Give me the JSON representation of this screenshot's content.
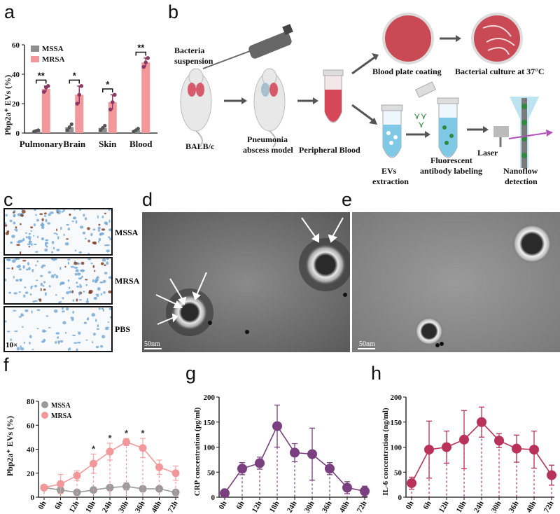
{
  "panels": {
    "a": "a",
    "b": "b",
    "c": "c",
    "d": "d",
    "e": "e",
    "f": "f",
    "g": "g",
    "h": "h"
  },
  "colors": {
    "mssa": "#8f8f8f",
    "mrsa": "#f2989a",
    "mrsa_dot": "#8b3a66",
    "crp": "#7a3f7e",
    "il6": "#b8325a"
  },
  "chart_data": [
    {
      "id": "a",
      "type": "bar",
      "ylabel": "Pbp2a⁺ EVs (%)",
      "categories": [
        "Pulmonary",
        "Brain",
        "Skin",
        "Blood"
      ],
      "ylim": [
        0,
        60
      ],
      "yticks": [
        "0",
        "20",
        "40",
        "60"
      ],
      "legend": "top-left",
      "series": [
        {
          "name": "MSSA",
          "values": [
            1.5,
            4,
            3.5,
            2
          ],
          "points": [
            [
              1,
              1.5,
              2
            ],
            [
              2,
              4,
              6
            ],
            [
              2,
              3.5,
              5
            ],
            [
              1,
              2,
              3
            ]
          ]
        },
        {
          "name": "MRSA",
          "values": [
            30,
            26,
            21,
            48
          ],
          "points": [
            [
              28,
              31,
              32
            ],
            [
              20,
              26,
              32
            ],
            [
              16,
              21,
              26
            ],
            [
              45,
              48,
              51
            ]
          ]
        }
      ],
      "significance": [
        "**",
        "*",
        "*",
        "**"
      ]
    },
    {
      "id": "f",
      "type": "line",
      "ylabel": "Pbp2a⁺ EVs (%)",
      "x": [
        "0h",
        "6h",
        "12h",
        "18h",
        "24h",
        "30h",
        "36h",
        "48h",
        "72h"
      ],
      "ylim": [
        0,
        80
      ],
      "yticks": [
        "0",
        "20",
        "40",
        "60",
        "80"
      ],
      "legend": "top-left",
      "series": [
        {
          "name": "MSSA",
          "values": [
            8,
            6,
            4,
            6,
            8,
            9,
            7,
            7,
            4
          ],
          "err": [
            2,
            2,
            2,
            2,
            2,
            3,
            2,
            2,
            2
          ]
        },
        {
          "name": "MRSA",
          "values": [
            8,
            11,
            18,
            28,
            38,
            46,
            41,
            25,
            20
          ],
          "err": [
            2,
            8,
            4,
            8,
            7,
            3,
            8,
            6,
            6
          ]
        }
      ],
      "significance": [
        "",
        "",
        "",
        "*",
        "*",
        "*",
        "*",
        "",
        ""
      ]
    },
    {
      "id": "g",
      "type": "line",
      "ylabel": "CRP concentration (pg/ml)",
      "x": [
        "0h",
        "6h",
        "12h",
        "18h",
        "24h",
        "30h",
        "36h",
        "48h",
        "72h"
      ],
      "ylim": [
        0,
        200
      ],
      "yticks": [
        "0",
        "50",
        "100",
        "150",
        "200"
      ],
      "series": [
        {
          "values": [
            8,
            57,
            68,
            142,
            89,
            86,
            57,
            19,
            12
          ],
          "err": [
            3,
            12,
            12,
            42,
            18,
            52,
            12,
            12,
            10
          ]
        }
      ]
    },
    {
      "id": "h",
      "type": "line",
      "ylabel": "IL-6 concentration (ng/ml)",
      "x": [
        "0h",
        "6h",
        "12h",
        "18h",
        "24h",
        "30h",
        "36h",
        "48h",
        "72h"
      ],
      "ylim": [
        0,
        200
      ],
      "yticks": [
        "0",
        "50",
        "100",
        "150",
        "200"
      ],
      "series": [
        {
          "values": [
            28,
            95,
            100,
            115,
            150,
            113,
            97,
            95,
            44
          ],
          "err": [
            12,
            57,
            32,
            58,
            30,
            14,
            27,
            37,
            20
          ]
        }
      ]
    }
  ],
  "schematic": {
    "bacteria_suspension": [
      "Bacteria",
      "suspension"
    ],
    "balbc": "BALB/c",
    "pneumonia": [
      "Pneumonia",
      "abscess model"
    ],
    "peripheral_blood": "Peripheral Blood",
    "blood_plate": "Blood plate coating",
    "bacterial_culture": "Bacterial culture at 37°C",
    "evs_extraction": [
      "EVs",
      "extraction"
    ],
    "fluorescent": [
      "Fluorescent",
      "antibody labeling"
    ],
    "laser": "Laser",
    "nanoflow": [
      "Nanoflow",
      "detection"
    ]
  },
  "histology": {
    "rows": [
      "MSSA",
      "MRSA",
      "PBS"
    ],
    "magnification": "10×"
  },
  "tem": {
    "scale_d": "50nm",
    "scale_e": "50nm"
  }
}
